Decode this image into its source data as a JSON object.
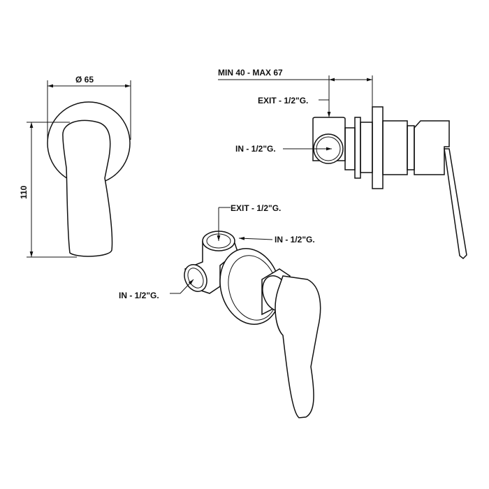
{
  "front_view": {
    "diameter_label": "Ø 65",
    "height_label": "110"
  },
  "side_view": {
    "depth_label": "MIN 40 - MAX 67",
    "exit_label": "EXIT - 1/2\"G.",
    "in_label": "IN - 1/2\"G."
  },
  "iso_view": {
    "exit_label": "EXIT - 1/2\"G.",
    "in_right_label": "IN - 1/2\"G.",
    "in_left_label": "IN - 1/2\"G."
  },
  "colors": {
    "line": "#111111",
    "background": "#ffffff"
  }
}
